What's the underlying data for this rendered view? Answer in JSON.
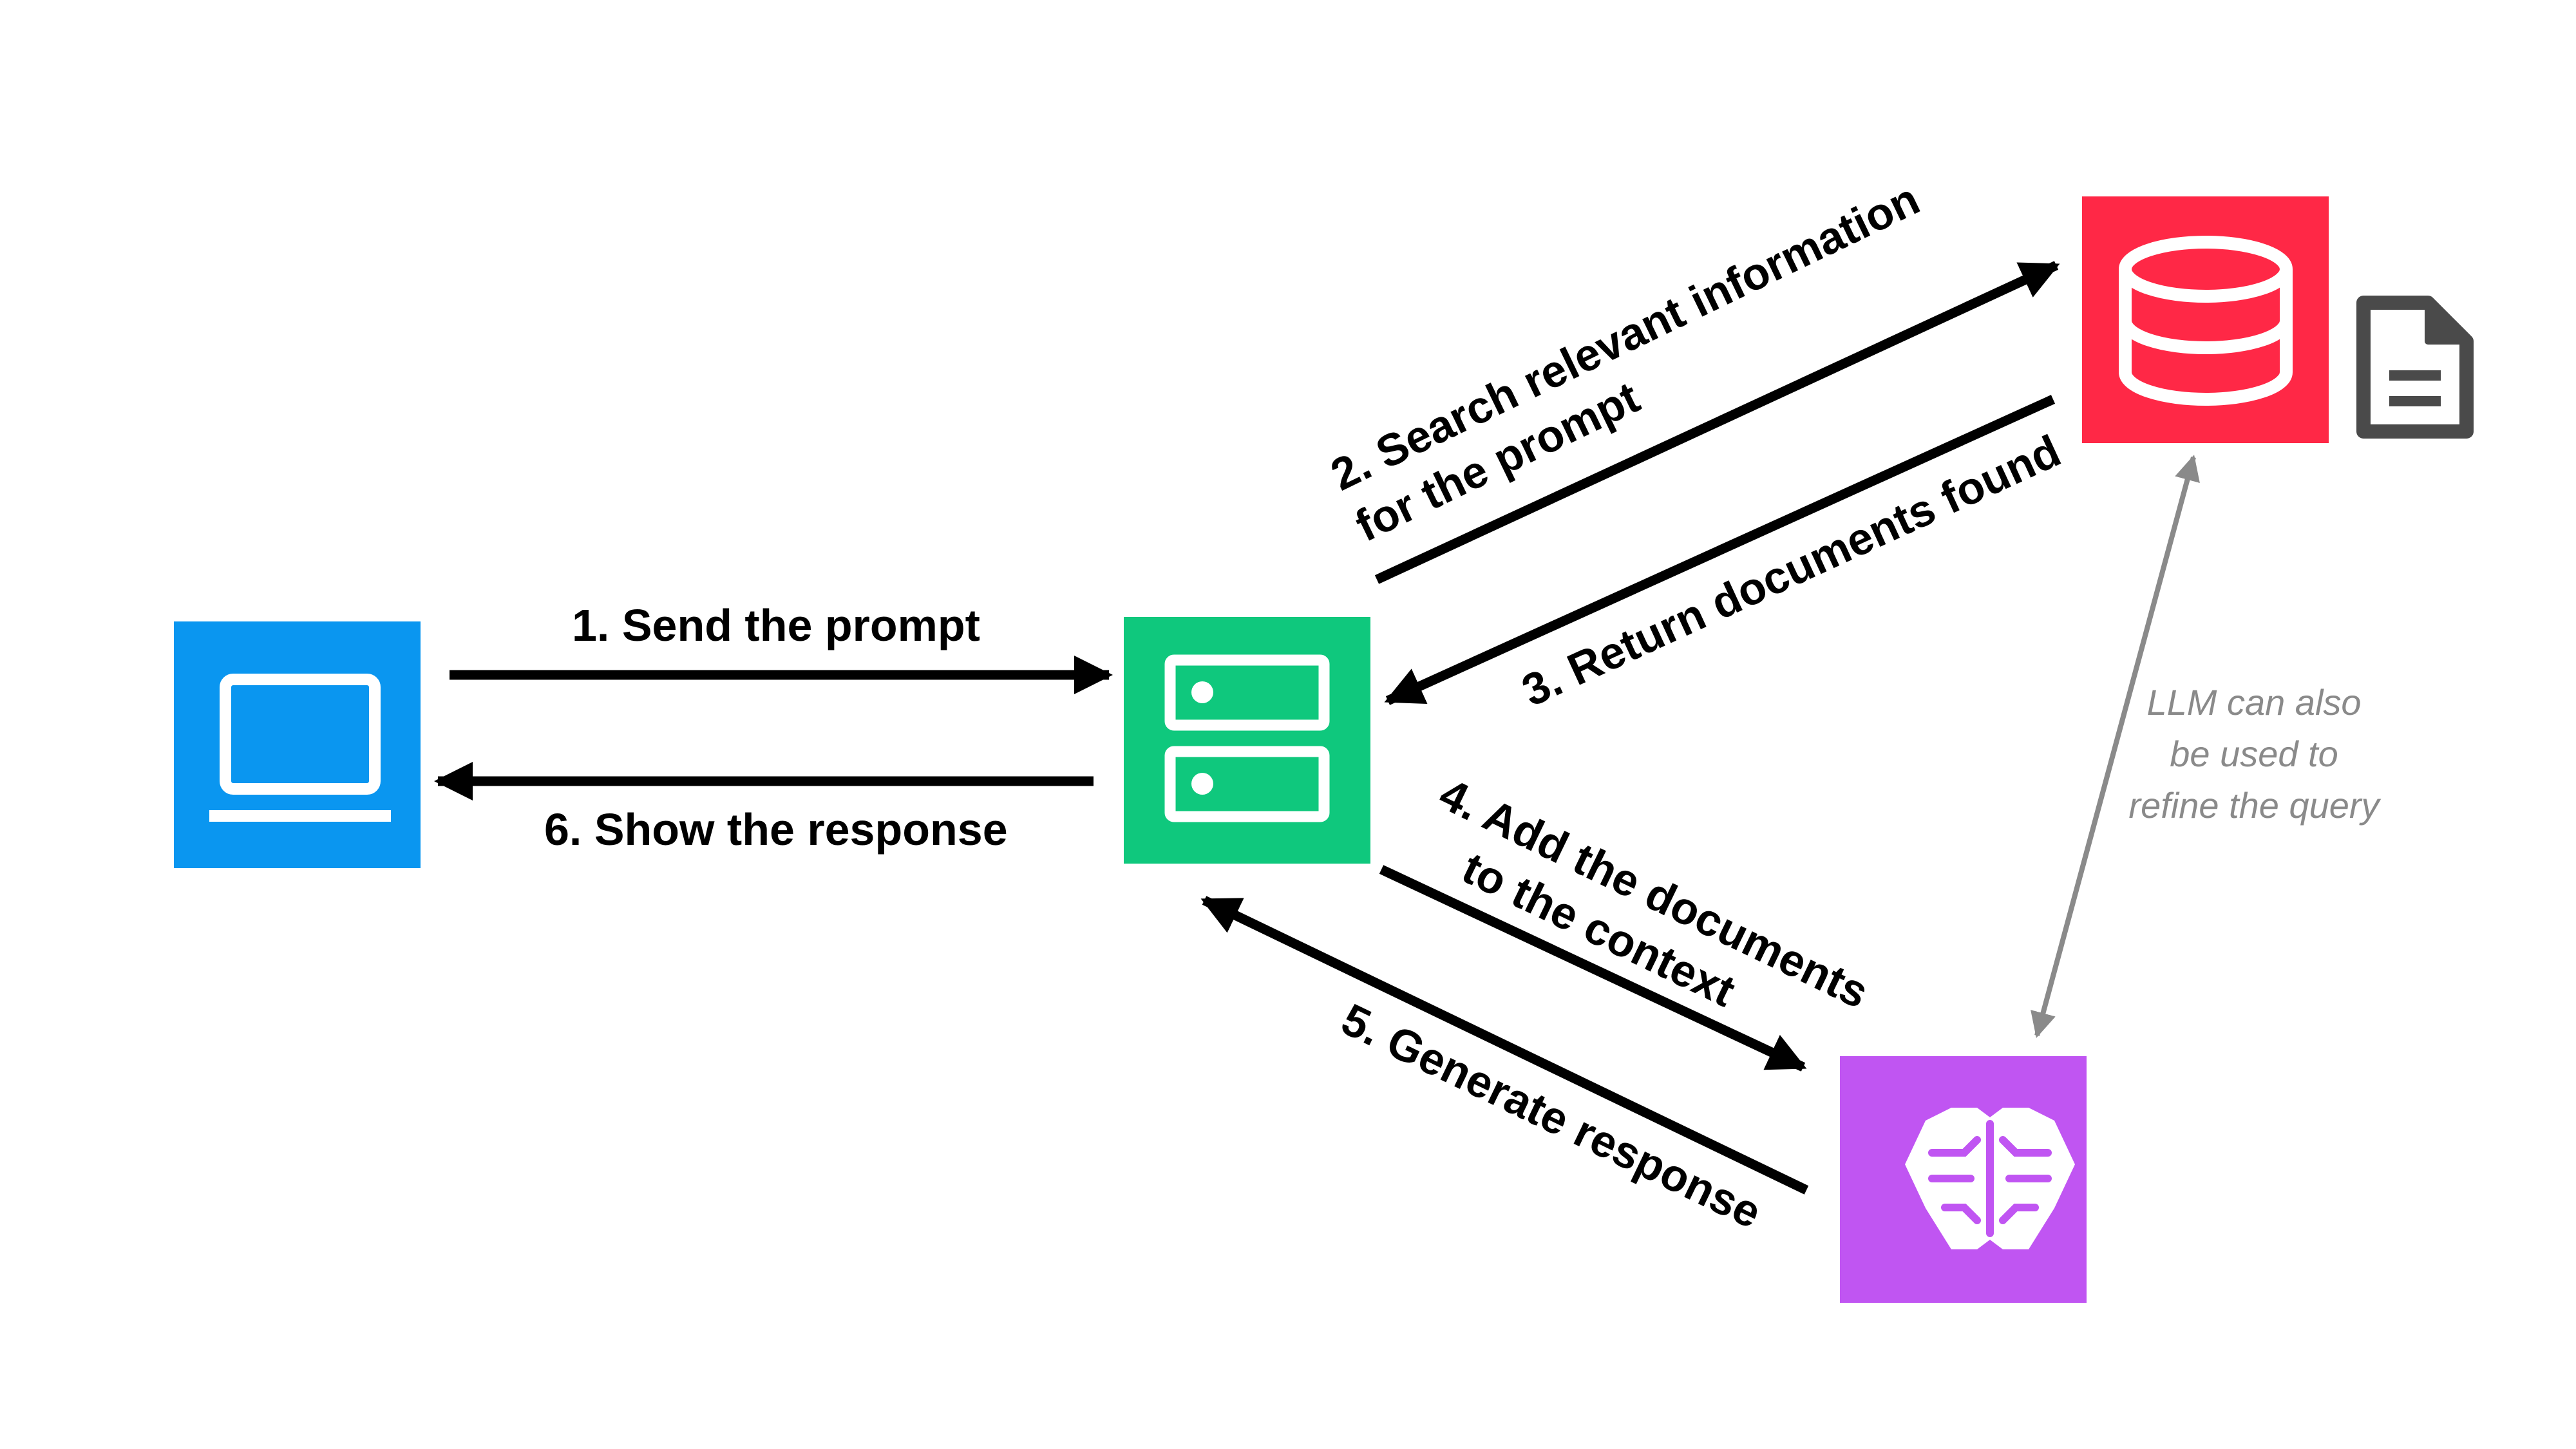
{
  "nodes": {
    "client": {
      "icon": "laptop-icon",
      "color": "#0a96f0"
    },
    "server": {
      "icon": "server-icon",
      "color": "#0fc87d"
    },
    "database": {
      "icon": "database-icon",
      "color": "#ff2846"
    },
    "document": {
      "icon": "document-icon",
      "color": "#4a4a4a"
    },
    "llm": {
      "icon": "brain-icon",
      "color": "#c055f2"
    }
  },
  "steps": {
    "send_prompt": "1. Send the prompt",
    "search_line1": "2. Search relevant information",
    "search_line2": "for the prompt",
    "return_docs": "3. Return documents found",
    "add_docs_line1": "4.  Add the documents",
    "add_docs_line2": "to the context",
    "generate": "5. Generate response",
    "show_response": "6. Show the response"
  },
  "note": {
    "line1": "LLM can also",
    "line2": "be used to",
    "line3": "refine the query"
  },
  "colors": {
    "arrow": "#000000",
    "note_arrow": "#8a8a8a",
    "icon_foreground": "#ffffff"
  }
}
